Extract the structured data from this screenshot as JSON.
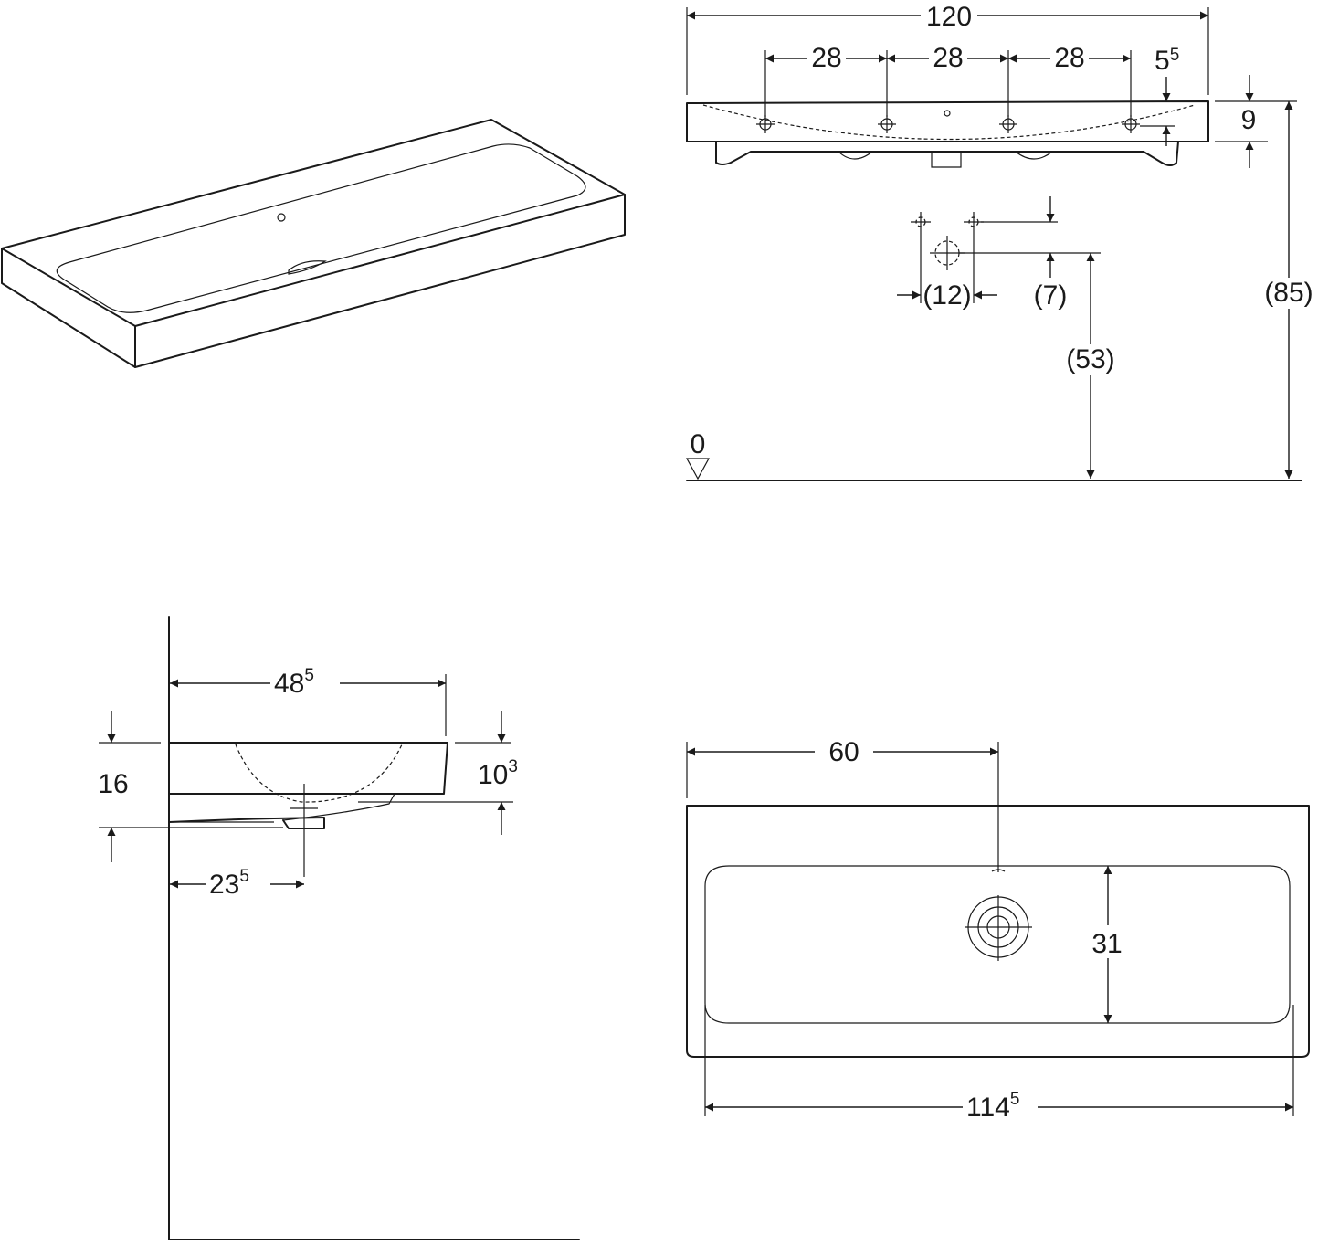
{
  "colors": {
    "line": "#1a1a1a",
    "background": "#ffffff"
  },
  "front_view": {
    "width_total": "120",
    "tap_spacing_1": "28",
    "tap_spacing_2": "28",
    "tap_spacing_3": "28",
    "rim_offset": {
      "main": "5",
      "sup": "5"
    },
    "rim_thickness": "9",
    "height_total": "(85)",
    "waste_height": "(53)",
    "tap_hole_spacing": "(12)",
    "waste_offset": "(7)",
    "floor_level": "0"
  },
  "side_view": {
    "depth": {
      "main": "48",
      "sup": "5"
    },
    "total_height": "16",
    "bowl_depth": {
      "main": "10",
      "sup": "3"
    },
    "waste_distance": {
      "main": "23",
      "sup": "5"
    }
  },
  "top_view": {
    "center_distance": "60",
    "bowl_depth": "31",
    "inner_width": {
      "main": "114",
      "sup": "5"
    }
  }
}
